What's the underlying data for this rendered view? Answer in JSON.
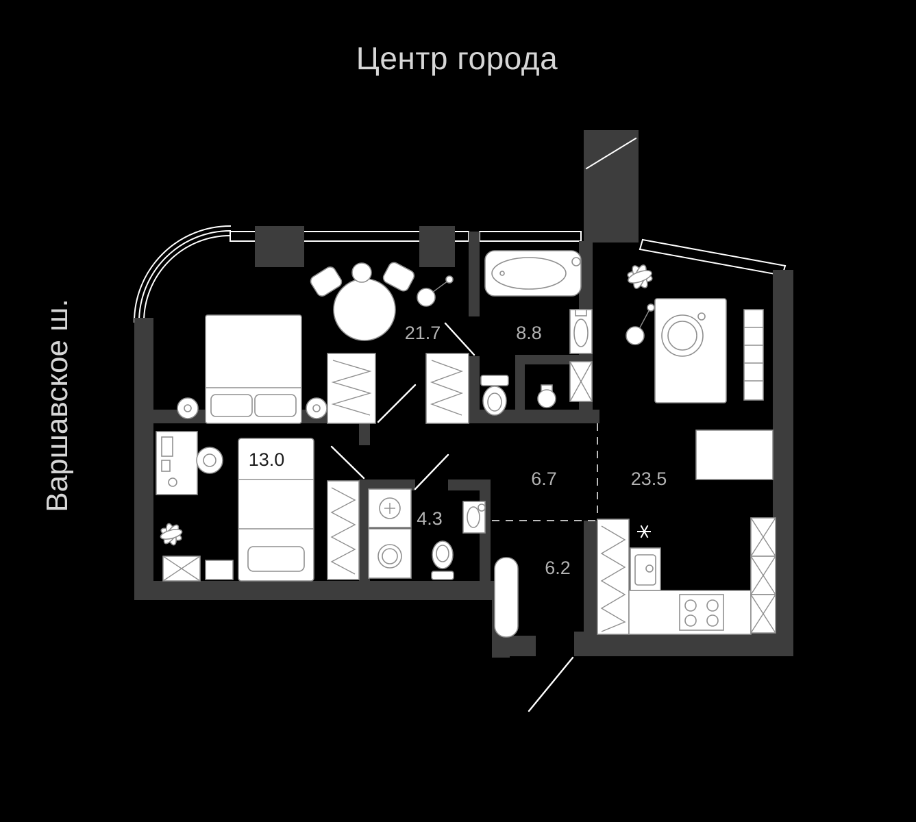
{
  "page": {
    "top_label": "Центр города",
    "left_label": "Варшавское ш."
  },
  "palette": {
    "background": "#000000",
    "wall": "#3d3d3d",
    "line": "#ffffff",
    "stroke": "#8f8f8f",
    "dash": "#bdbdbd",
    "title": "#d6d6d6"
  },
  "rooms": [
    {
      "id": "bedroom-main",
      "area": "21.7",
      "label_color": "#b3b3b3"
    },
    {
      "id": "bathroom-main",
      "area": "8.8",
      "label_color": "#b3b3b3"
    },
    {
      "id": "bedroom-second",
      "area": "13.0",
      "label_color": "#1c1c1c"
    },
    {
      "id": "hallway",
      "area": "6.7",
      "label_color": "#b3b3b3"
    },
    {
      "id": "living-kitchen",
      "area": "23.5",
      "label_color": "#b3b3b3"
    },
    {
      "id": "bathroom-second",
      "area": "4.3",
      "label_color": "#b3b3b3"
    },
    {
      "id": "entry-hall",
      "area": "6.2",
      "label_color": "#b3b3b3"
    }
  ]
}
